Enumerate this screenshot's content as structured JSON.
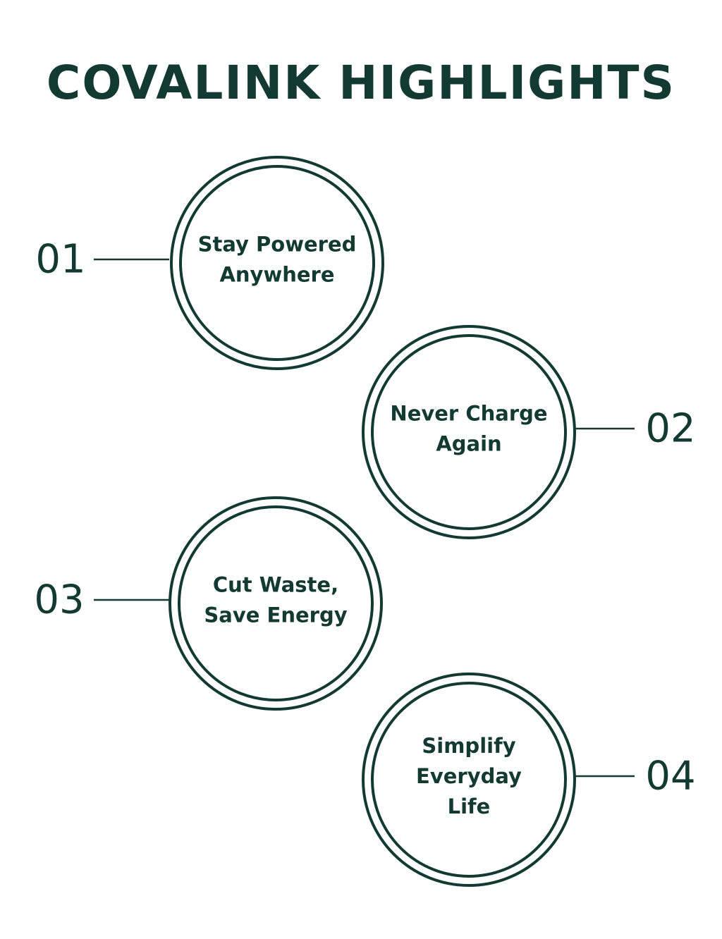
{
  "title": "COVALINK HIGHLIGHTS",
  "highlights": [
    {
      "number": "01",
      "lines": [
        "Stay Powered",
        "Anywhere"
      ]
    },
    {
      "number": "02",
      "lines": [
        "Never Charge",
        "Again"
      ]
    },
    {
      "number": "03",
      "lines": [
        "Cut Waste,",
        "Save Energy"
      ]
    },
    {
      "number": "04",
      "lines": [
        "Simplify",
        "Everyday",
        "Life"
      ]
    }
  ],
  "colors": {
    "ink": "#123a32",
    "background": "#ffffff"
  }
}
